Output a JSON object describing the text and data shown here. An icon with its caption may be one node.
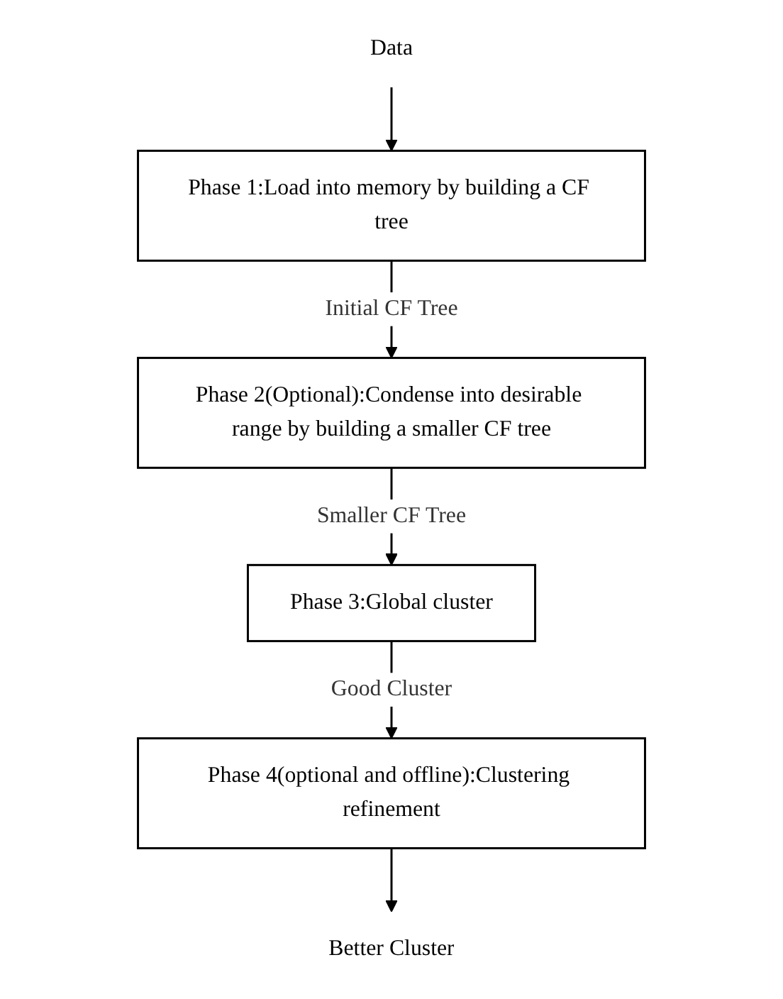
{
  "diagram": {
    "nodes": [
      {
        "text": [
          "Data"
        ]
      },
      {
        "text": [
          "Phase 1:Load into memory by building a CF tree"
        ]
      },
      {
        "text": [
          "Phase 2(Optional):Condense into desirable range by building a smaller CF tree"
        ]
      },
      {
        "text": [
          "Phase 3:Global cluster"
        ]
      },
      {
        "text": [
          "Phase 4(optional and offline):Clustering refinement"
        ]
      },
      {
        "text": [
          "Better Cluster"
        ]
      }
    ],
    "edges": [
      {
        "from": 0,
        "to": 1,
        "arrow": "to"
      },
      {
        "from": 1,
        "to": 2,
        "arrow": "to",
        "label": "Initial CF Tree"
      },
      {
        "from": 2,
        "to": 3,
        "arrow": "to",
        "label": "Smaller CF Tree"
      },
      {
        "from": 3,
        "to": 4,
        "arrow": "to",
        "label": "Good Cluster"
      },
      {
        "from": 4,
        "to": 5,
        "arrow": "to"
      }
    ]
  }
}
